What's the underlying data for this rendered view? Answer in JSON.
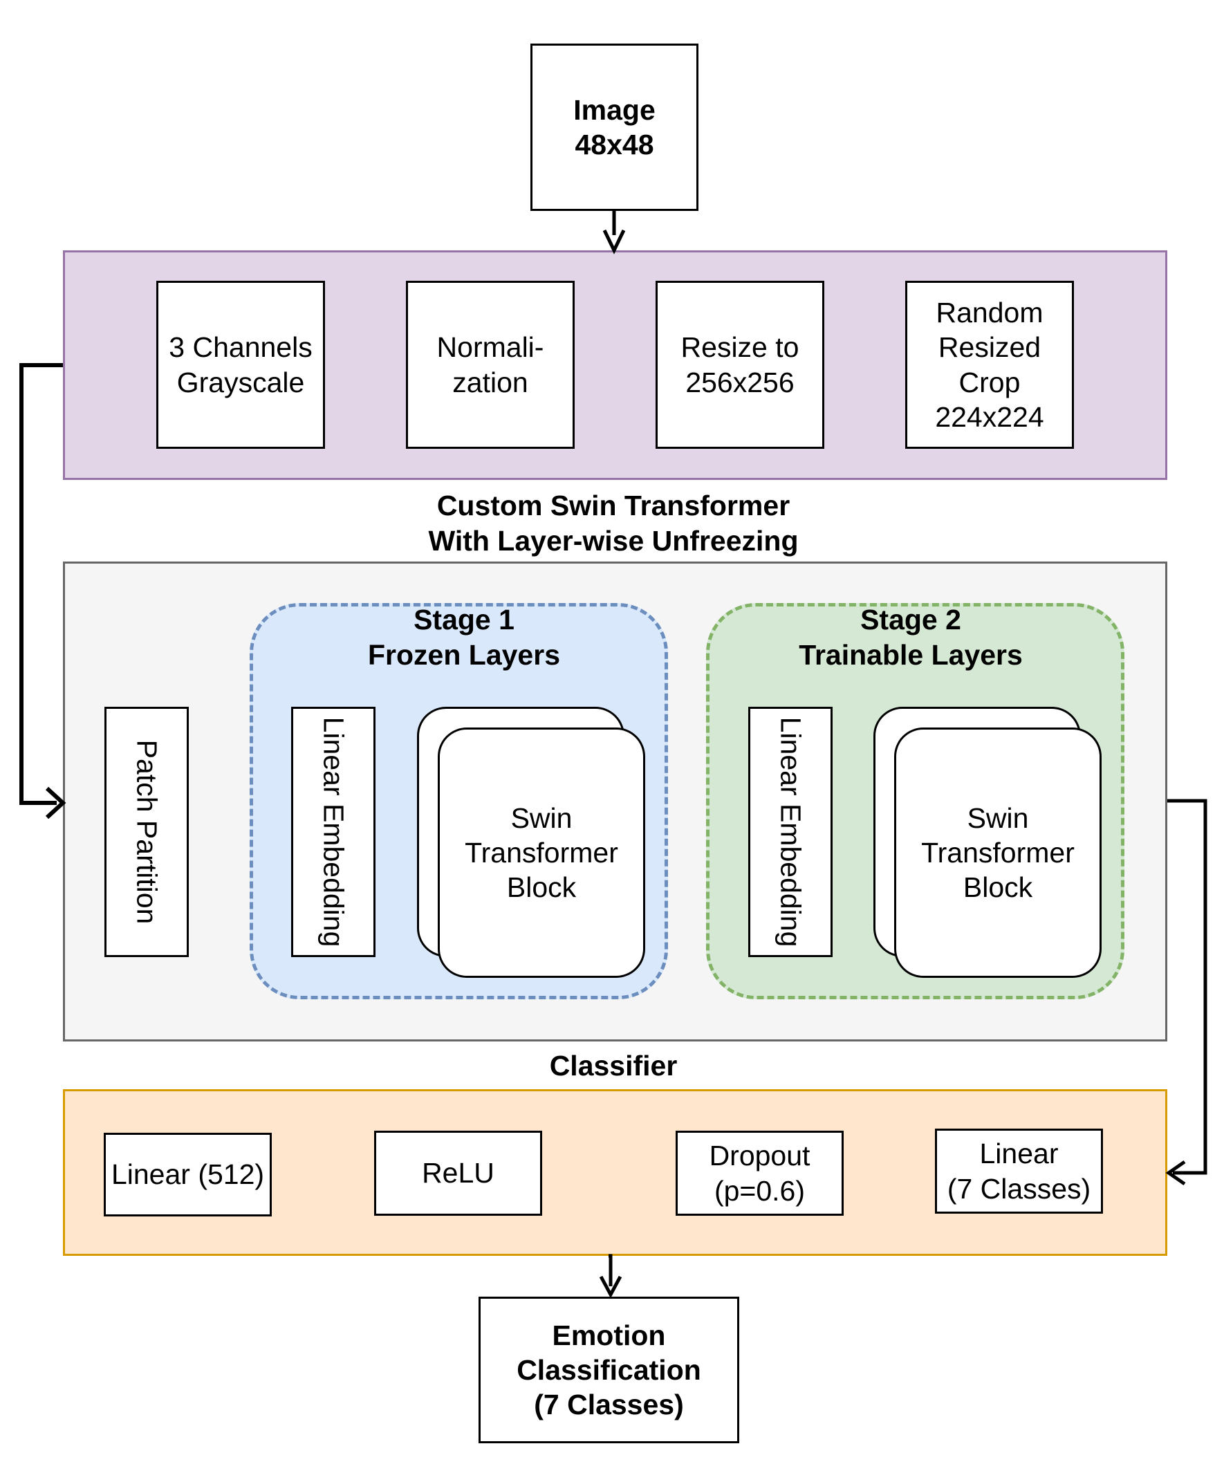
{
  "input": {
    "label": "Image\n48x48"
  },
  "preprocessing": {
    "steps": [
      {
        "label": "3 Channels\nGrayscale"
      },
      {
        "label": "Normali-\nzation"
      },
      {
        "label": "Resize to\n256x256"
      },
      {
        "label": "Random\nResized\nCrop\n224x224"
      }
    ]
  },
  "backbone": {
    "title": "Custom Swin Transformer\nWith Layer-wise Unfreezing",
    "patch_partition": "Patch Partition",
    "stage1": {
      "title": "Stage 1\nFrozen Layers",
      "embedding": "Linear Embedding",
      "block": "Swin\nTransformer\nBlock"
    },
    "stage2": {
      "title": "Stage 2\nTrainable Layers",
      "embedding": "Linear Embedding",
      "block": "Swin\nTransformer\nBlock"
    }
  },
  "classifier": {
    "title": "Classifier",
    "layers": [
      {
        "label": "Linear (512)"
      },
      {
        "label": "ReLU"
      },
      {
        "label": "Dropout\n(p=0.6)"
      },
      {
        "label": "Linear\n(7 Classes)"
      }
    ]
  },
  "output": {
    "label": "Emotion\nClassification\n(7 Classes)"
  },
  "colors": {
    "preprocessing_fill": "#e1d5e7",
    "preprocessing_border": "#9673a6",
    "backbone_fill": "#f5f5f5",
    "backbone_border": "#666666",
    "stage1_fill": "#dae8fc",
    "stage1_border": "#6c8ebf",
    "stage2_fill": "#d5e8d4",
    "stage2_border": "#82b366",
    "classifier_fill": "#ffe6cc",
    "classifier_border": "#d79b00"
  }
}
